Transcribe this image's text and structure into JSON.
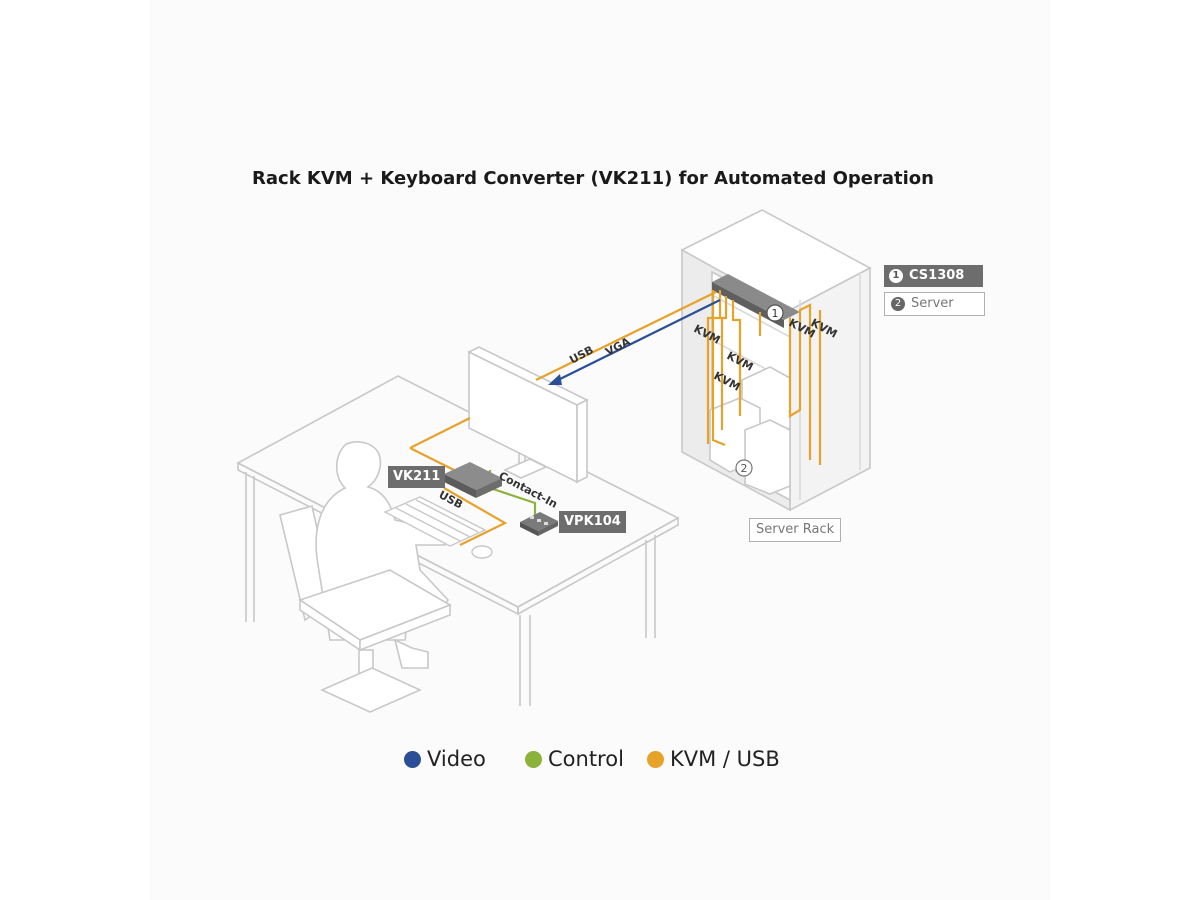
{
  "title": "Rack KVM + Keyboard Converter (VK211) for Automated Operation",
  "labels": {
    "vk211": "VK211",
    "vpk104": "VPK104",
    "server_rack": "Server Rack",
    "cs1308": "CS1308",
    "server": "Server",
    "marker_1": "1",
    "marker_2": "2"
  },
  "cables": {
    "usb": "USB",
    "vga": "VGA",
    "kvm": "KVM",
    "contact_in": "Contact-In",
    "usb_desk": "USB"
  },
  "legend": [
    {
      "label": "Video",
      "color": "#2b4f97"
    },
    {
      "label": "Control",
      "color": "#8bb33c"
    },
    {
      "label": "KVM / USB",
      "color": "#e7a22a"
    }
  ],
  "colors": {
    "video": "#2b4f97",
    "control": "#8bb33c",
    "kvm_usb": "#e7a22a",
    "outline": "#c8c8c8",
    "device": "#666666"
  }
}
